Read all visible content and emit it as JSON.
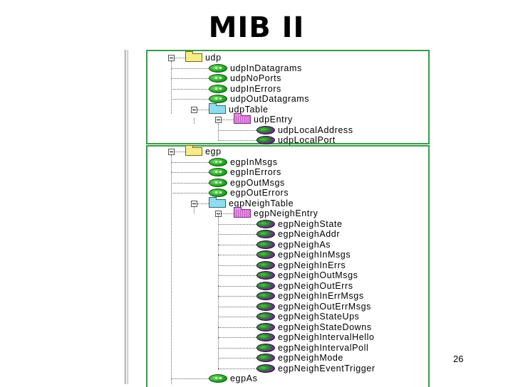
{
  "slide": {
    "title": "MIB II",
    "page_number": "26"
  },
  "tree": {
    "udp": {
      "label": "udp",
      "children": [
        "udpInDatagrams",
        "udpNoPorts",
        "udpInErrors",
        "udpOutDatagrams"
      ],
      "table": {
        "label": "udpTable",
        "entry": {
          "label": "udpEntry",
          "columns": [
            "udpLocalAddress",
            "udpLocalPort"
          ]
        }
      }
    },
    "egp": {
      "label": "egp",
      "children": [
        "egpInMsgs",
        "egpInErrors",
        "egpOutMsgs",
        "egpOutErrors"
      ],
      "table": {
        "label": "egpNeighTable",
        "entry": {
          "label": "egpNeighEntry",
          "columns": [
            "egpNeighState",
            "egpNeighAddr",
            "egpNeighAs",
            "egpNeighInMsgs",
            "egpNeighInErrs",
            "egpNeighOutMsgs",
            "egpNeighOutErrs",
            "egpNeighInErrMsgs",
            "egpNeighOutErrMsgs",
            "egpNeighStateUps",
            "egpNeighStateDowns",
            "egpNeighIntervalHello",
            "egpNeighIntervalPoll",
            "egpNeighMode",
            "egpNeighEventTrigger"
          ]
        }
      },
      "after_table": [
        "egpAs"
      ]
    }
  },
  "icons": {
    "group": "folder-icon",
    "table": "table-icon",
    "entry": "entry-icon",
    "scalar": "leaf-icon",
    "column": "column-icon",
    "expander": "collapse-icon"
  }
}
